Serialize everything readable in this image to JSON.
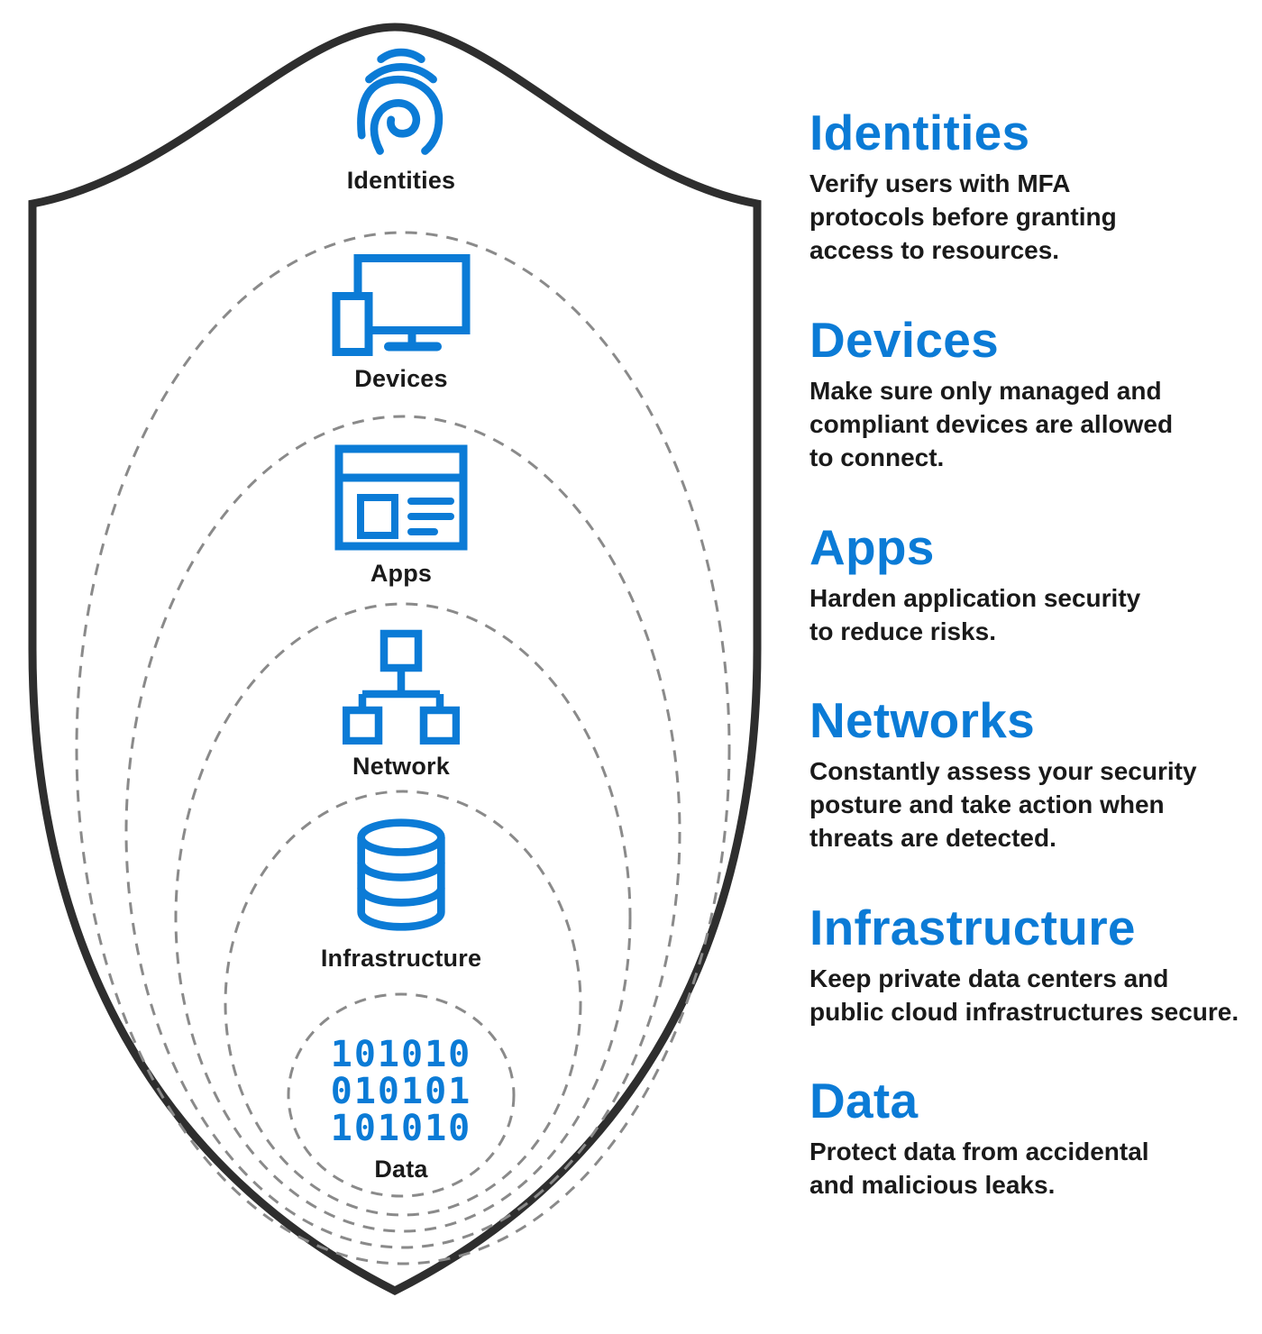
{
  "colors": {
    "accent_blue": "#0B7BD6",
    "text_black": "#1A1A1A",
    "shield_outline": "#2E2E2E",
    "dashed_ring_gray": "#8A8A8A"
  },
  "shield": {
    "layers": [
      {
        "label": "Identities",
        "icon": "fingerprint-icon"
      },
      {
        "label": "Devices",
        "icon": "devices-icon"
      },
      {
        "label": "Apps",
        "icon": "apps-window-icon"
      },
      {
        "label": "Network",
        "icon": "network-tree-icon"
      },
      {
        "label": "Infrastructure",
        "icon": "database-icon"
      },
      {
        "label": "Data",
        "icon": "binary-code-icon",
        "binary_rows": [
          "101010",
          "010101",
          "101010"
        ]
      }
    ]
  },
  "panel": {
    "sections": [
      {
        "title": "Identities",
        "description": "Verify users with MFA\nprotocols before granting\naccess to resources."
      },
      {
        "title": "Devices",
        "description": "Make sure only managed and\ncompliant devices are allowed\nto connect."
      },
      {
        "title": "Apps",
        "description": "Harden application security\nto reduce risks."
      },
      {
        "title": "Networks",
        "description": "Constantly assess your security\nposture and take action when\nthreats are detected."
      },
      {
        "title": "Infrastructure",
        "description": "Keep private data centers and\npublic cloud infrastructures secure."
      },
      {
        "title": "Data",
        "description": "Protect data from accidental\nand malicious leaks."
      }
    ]
  }
}
